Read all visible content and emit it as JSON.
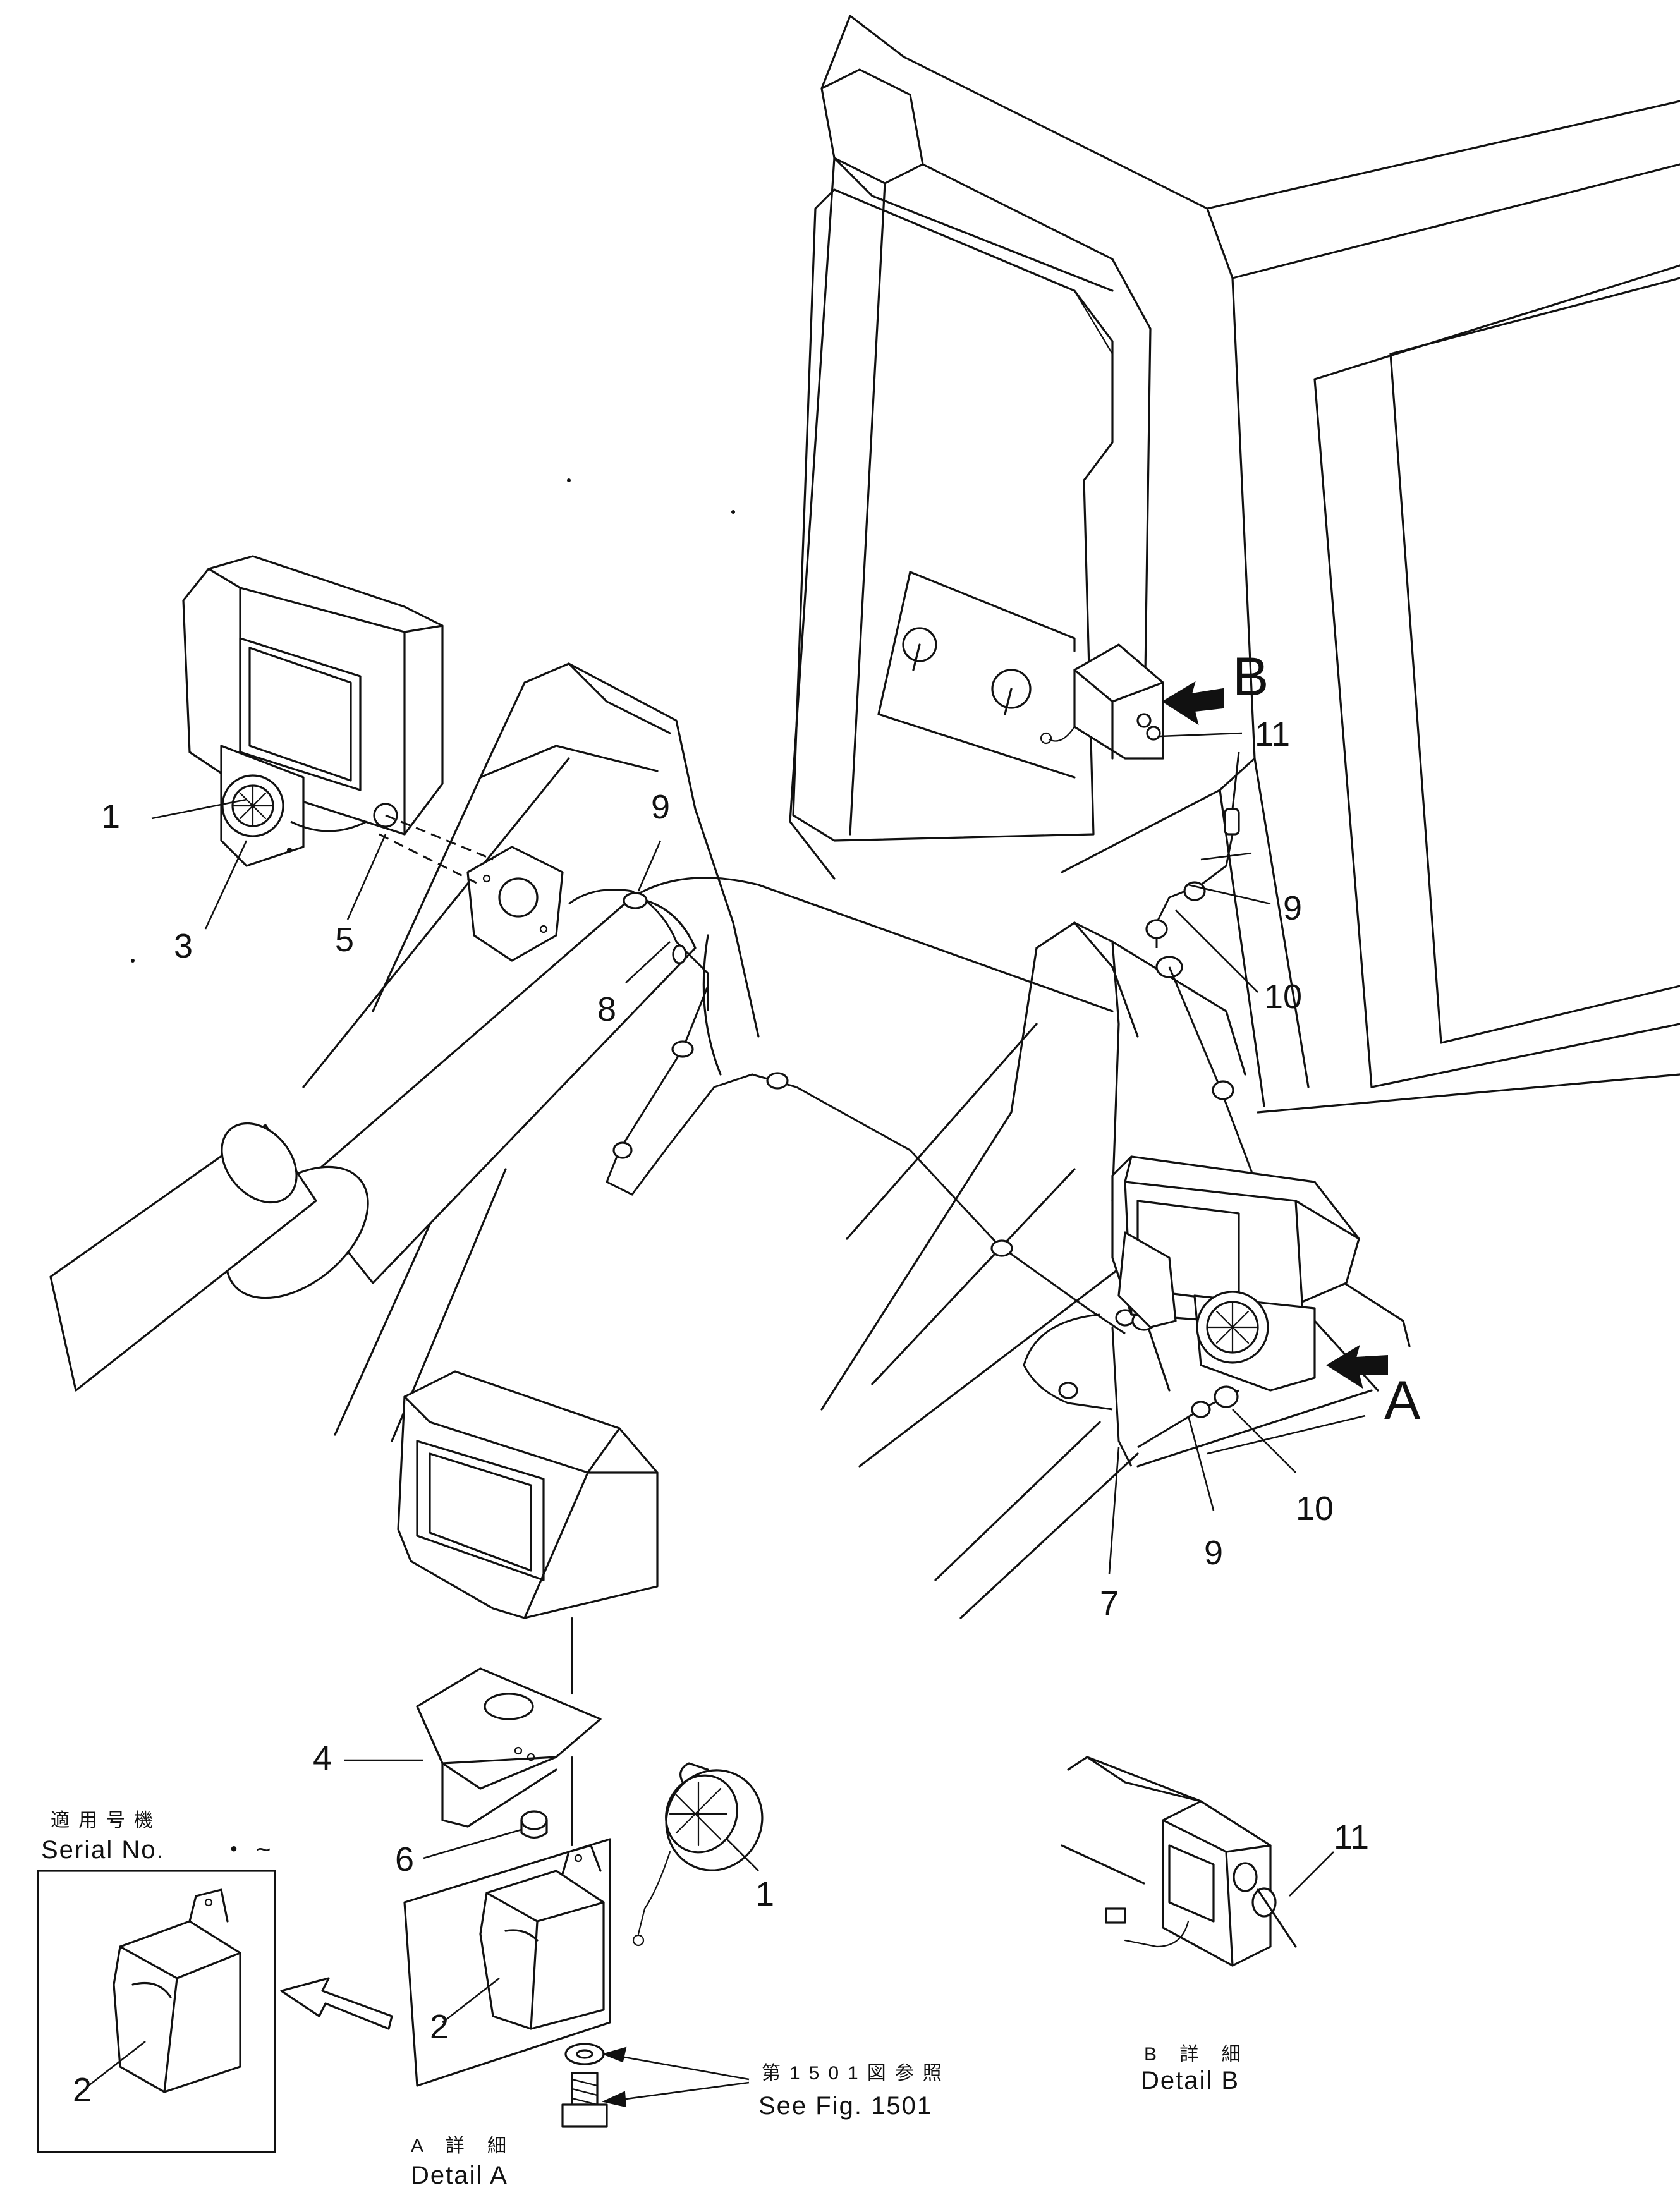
{
  "callouts": {
    "c1_top": "1",
    "c3": "3",
    "c5": "5",
    "c9_left": "9",
    "c8": "8",
    "c11_top": "11",
    "c9_upper": "9",
    "c10_upper": "10",
    "c10_lower": "10",
    "c9_lower": "9",
    "c7": "7",
    "c4": "4",
    "c6": "6",
    "c1_detail": "1",
    "c2_detail": "2",
    "c2_serial": "2",
    "c11_detail": "11"
  },
  "view_letters": {
    "a": "A",
    "b": "B"
  },
  "serial_box": {
    "label_jp": "適用号機",
    "label_en": "Serial No.",
    "range": "・ ~"
  },
  "detail_a": {
    "label_jp": "A 詳 細",
    "label_en": "Detail A"
  },
  "detail_b": {
    "label_jp": "B 詳 細",
    "label_en": "Detail B"
  },
  "fig_ref": {
    "label_jp": "第1501図参照",
    "label_en": "See Fig. 1501"
  }
}
